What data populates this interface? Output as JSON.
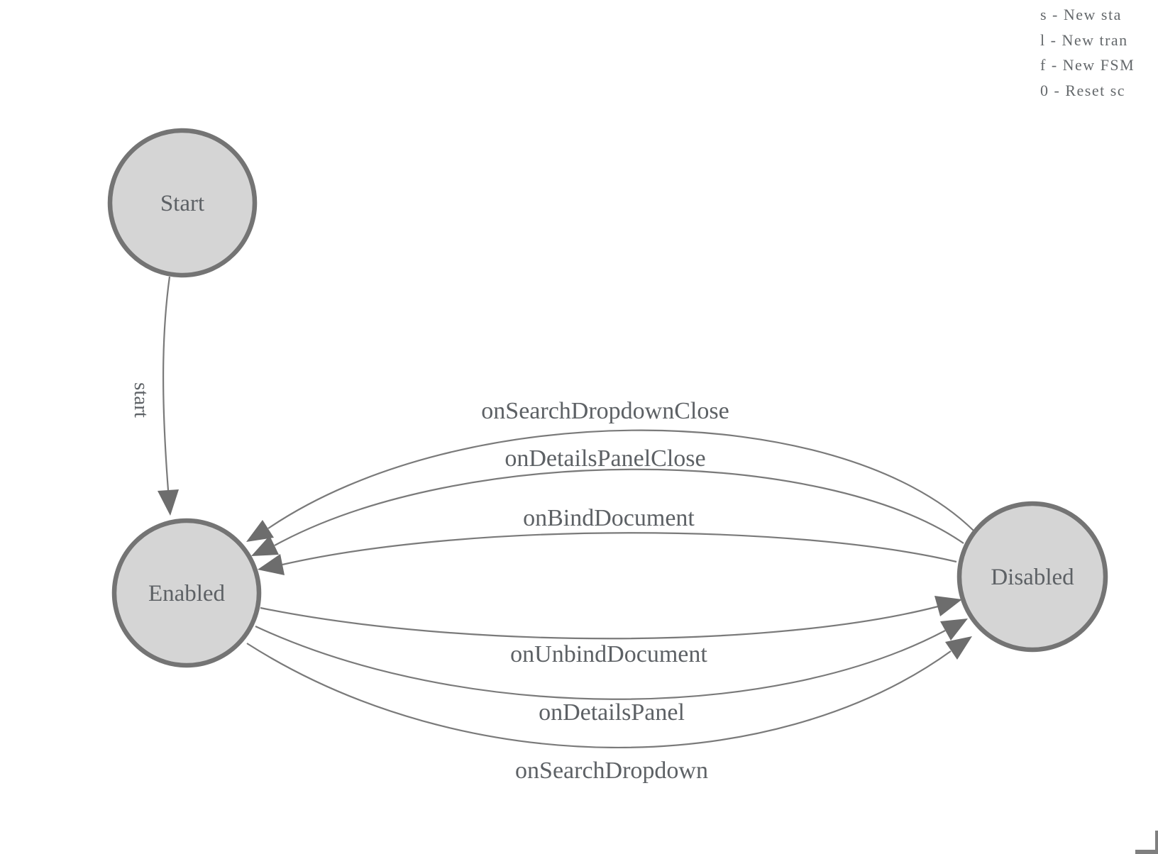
{
  "legend": {
    "lines": [
      "s - New sta",
      "l - New tran",
      "f - New FSM",
      "0 - Reset sc"
    ]
  },
  "diagram": {
    "states": [
      {
        "id": "start",
        "label": "Start"
      },
      {
        "id": "enabled",
        "label": "Enabled"
      },
      {
        "id": "disabled",
        "label": "Disabled"
      }
    ],
    "transitions": [
      {
        "label": "start",
        "from": "Start",
        "to": "Enabled"
      },
      {
        "label": "onSearchDropdownClose",
        "from": "Disabled",
        "to": "Enabled"
      },
      {
        "label": "onDetailsPanelClose",
        "from": "Disabled",
        "to": "Enabled"
      },
      {
        "label": "onBindDocument",
        "from": "Disabled",
        "to": "Enabled"
      },
      {
        "label": "onUnbindDocument",
        "from": "Enabled",
        "to": "Disabled"
      },
      {
        "label": "onDetailsPanel",
        "from": "Enabled",
        "to": "Disabled"
      },
      {
        "label": "onSearchDropdown",
        "from": "Enabled",
        "to": "Disabled"
      }
    ],
    "colors": {
      "node_fill": "#d5d5d5",
      "node_border": "#747474",
      "edge": "#7a7a7a",
      "arrow": "#6d6d6d",
      "text": "#5d6165"
    }
  }
}
